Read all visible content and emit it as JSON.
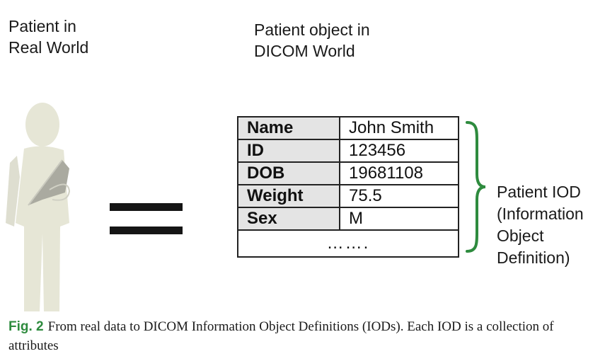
{
  "real_world_label": [
    "Patient in",
    "Real World"
  ],
  "dicom_world_label": [
    "Patient object in",
    "DICOM World"
  ],
  "table": {
    "rows": [
      {
        "name": "Name",
        "value": "John Smith"
      },
      {
        "name": "ID",
        "value": "123456"
      },
      {
        "name": "DOB",
        "value": "19681108"
      },
      {
        "name": "Weight",
        "value": "75.5"
      },
      {
        "name": "Sex",
        "value": "M"
      }
    ],
    "ellipsis": "……."
  },
  "iod_label": [
    "Patient IOD",
    "(Information",
    "Object",
    "Definition)"
  ],
  "caption": {
    "figure_number": "Fig. 2",
    "text": "From real data to DICOM Information Object Definitions (IODs). Each IOD is a collection of attributes"
  },
  "colors": {
    "brace": "#2e8b3e",
    "figure_number": "#2e8b3e",
    "figure_body": "#e6e6d6",
    "sling": "#aaaaa0"
  },
  "icons": [
    "patient-figure-icon",
    "equals-sign-icon",
    "curly-brace-icon"
  ]
}
